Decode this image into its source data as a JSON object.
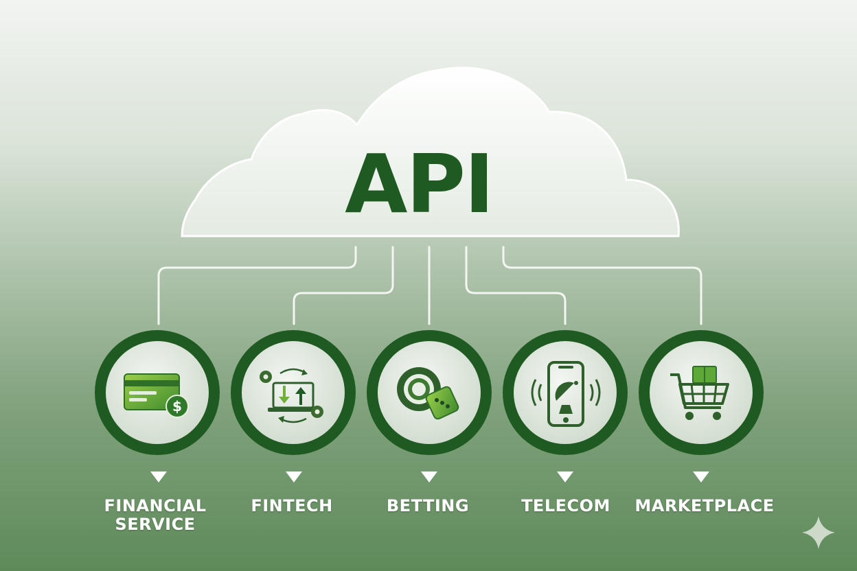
{
  "hub": {
    "label": "API"
  },
  "categories": [
    {
      "label_lines": [
        "FINANCIAL",
        "SERVICE"
      ],
      "icon": "credit-card-dollar-icon"
    },
    {
      "label_lines": [
        "FINTECH"
      ],
      "icon": "laptop-transfer-gears-icon"
    },
    {
      "label_lines": [
        "BETTING"
      ],
      "icon": "casino-chip-dice-icon"
    },
    {
      "label_lines": [
        "TELECOM"
      ],
      "icon": "smartphone-satellite-icon"
    },
    {
      "label_lines": [
        "MARKETPLACE"
      ],
      "icon": "shopping-cart-icon"
    }
  ],
  "colors": {
    "dark_green": "#1f5a23",
    "mid_green": "#3f8a2e",
    "light_green": "#8cc63f",
    "connector": "#f4f6f2",
    "label": "#ffffff"
  }
}
